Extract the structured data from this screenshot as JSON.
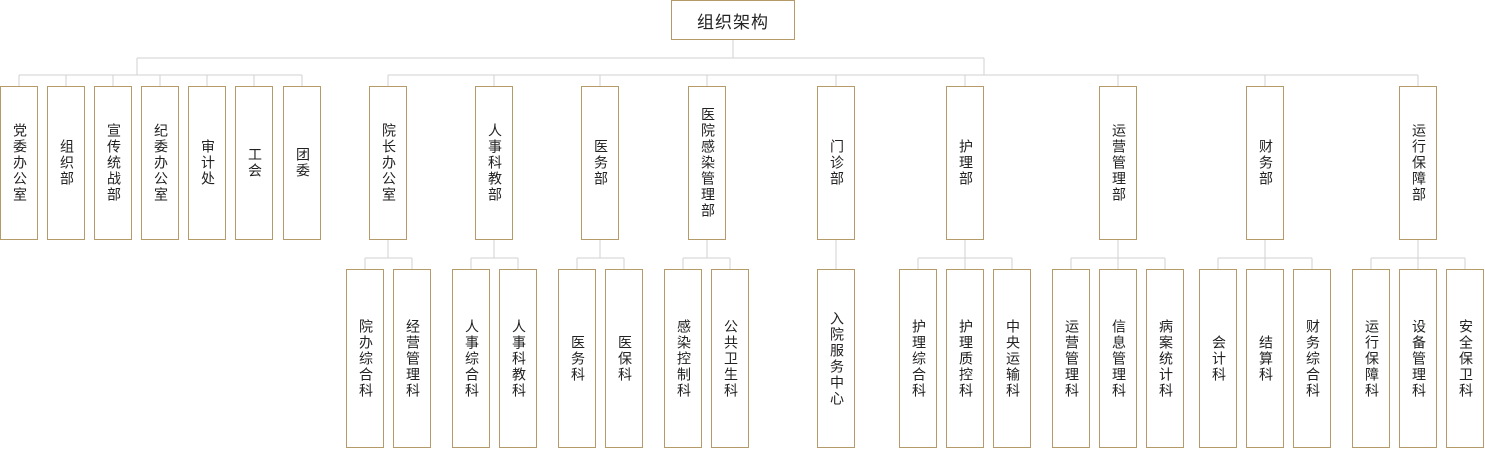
{
  "root": {
    "label": "组织架构"
  },
  "party_units": [
    {
      "label": "党委办公室"
    },
    {
      "label": "组织部"
    },
    {
      "label": "宣传统战部"
    },
    {
      "label": "纪委办公室"
    },
    {
      "label": "审计处"
    },
    {
      "label": "工会"
    },
    {
      "label": "团委"
    }
  ],
  "departments": [
    {
      "label": "院长办公室",
      "children": [
        {
          "label": "院办综合科"
        },
        {
          "label": "经营管理科"
        }
      ]
    },
    {
      "label": "人事科教部",
      "children": [
        {
          "label": "人事综合科"
        },
        {
          "label": "人事科教科"
        }
      ]
    },
    {
      "label": "医务部",
      "children": [
        {
          "label": "医务科"
        },
        {
          "label": "医保科"
        }
      ]
    },
    {
      "label": "医院感染管理部",
      "children": [
        {
          "label": "感染控制科"
        },
        {
          "label": "公共卫生科"
        }
      ]
    },
    {
      "label": "门诊部",
      "children": [
        {
          "label": "入院服务中心"
        }
      ]
    },
    {
      "label": "护理部",
      "children": [
        {
          "label": "护理综合科"
        },
        {
          "label": "护理质控科"
        },
        {
          "label": "中央运输科"
        }
      ]
    },
    {
      "label": "运营管理部",
      "children": [
        {
          "label": "运营管理科"
        },
        {
          "label": "信息管理科"
        },
        {
          "label": "病案统计科"
        }
      ]
    },
    {
      "label": "财务部",
      "children": [
        {
          "label": "会计科"
        },
        {
          "label": "结算科"
        },
        {
          "label": "财务综合科"
        }
      ]
    },
    {
      "label": "运行保障部",
      "children": [
        {
          "label": "运行保障科"
        },
        {
          "label": "设备管理科"
        },
        {
          "label": "安全保卫科"
        }
      ]
    }
  ],
  "colors": {
    "node_border": "#b59a6a",
    "connector": "#d2d2d2",
    "text": "#222222"
  }
}
